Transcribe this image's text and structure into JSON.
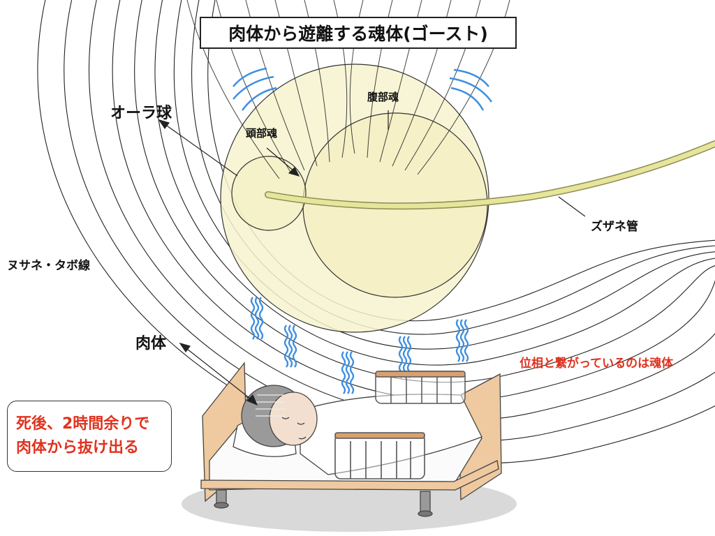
{
  "title": "肉体から遊離する魂体(ゴースト)",
  "labels": {
    "aura": "オーラ球",
    "head_soul": "頭部魂",
    "abdomen_soul": "腹部魂",
    "zuzane": "ズザネ管",
    "nusane": "ヌサネ・タボ線",
    "body": "肉体",
    "phase_note": "位相と繋がっているのは魂体"
  },
  "note": {
    "line1": "死後、2時間余りで",
    "line2": "肉体から抜け出る"
  },
  "colors": {
    "aura_fill": "#f7f3cf",
    "tube": "#e6e59a",
    "accent_red": "#e0321e",
    "wave_blue": "#3d8fe0",
    "bed_wood": "#efc9a0"
  },
  "icons": [
    "heat-wave-icon",
    "sparkle-icon",
    "arrow-icon"
  ]
}
